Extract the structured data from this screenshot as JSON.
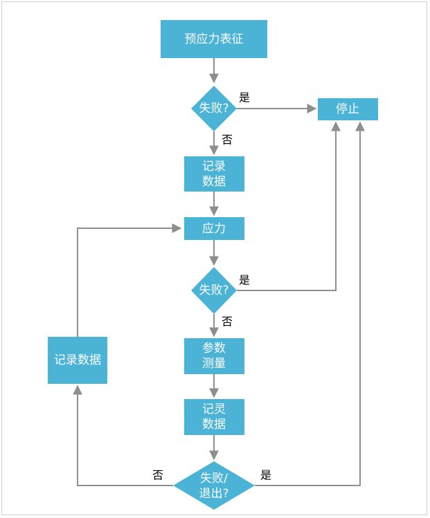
{
  "nodes": {
    "prestress": {
      "label": "预应力表征"
    },
    "fail1": {
      "label": "失败?"
    },
    "stop": {
      "label": "停止"
    },
    "record1": {
      "line1": "记录",
      "line2": "数据"
    },
    "stress": {
      "label": "应力"
    },
    "fail2": {
      "label": "失败?"
    },
    "measure": {
      "line1": "参数",
      "line2": "测量"
    },
    "record2": {
      "line1": "记灵",
      "line2": "数据"
    },
    "fail3": {
      "line1": "失败/",
      "line2": "退出?"
    },
    "record_left": {
      "label": "记录数据"
    }
  },
  "edge_labels": {
    "yes": "是",
    "no": "否"
  },
  "colors": {
    "node_fill": "#4ab3d6",
    "node_text": "#ffffff",
    "edge": "#8e8e8e",
    "frame_border": "#d0d0d0"
  }
}
